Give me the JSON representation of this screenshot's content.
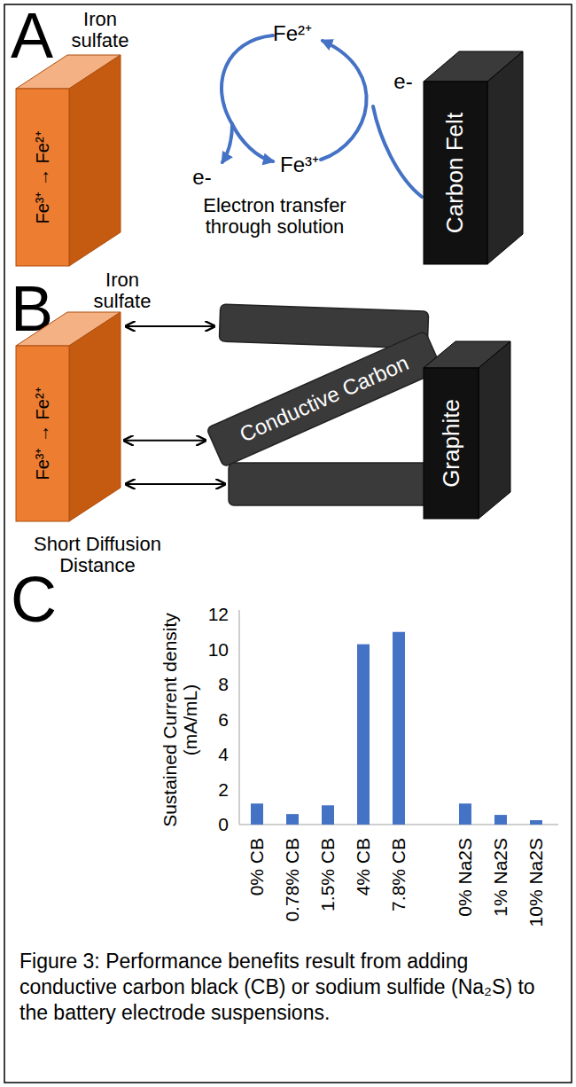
{
  "diagram": {
    "caption": "Figure 3: Performance benefits result from adding conductive carbon black (CB) or sodium sulfide (Na₂S) to the battery electrode suspensions.",
    "nodes": [
      {
        "text": [
          "Iron sulfate",
          "Fe³⁺ → Fe²⁺"
        ]
      },
      {
        "text": [
          "Carbon Felt"
        ]
      },
      {
        "text": [
          "Iron sulfate",
          "Fe³⁺ → Fe²⁺"
        ]
      },
      {
        "text": [
          "Conductive Carbon"
        ]
      },
      {
        "text": [
          "Graphite"
        ]
      }
    ],
    "edges": [
      {
        "from": 2,
        "to": 3,
        "arrow": "both"
      }
    ],
    "labels": [
      "A",
      "Fe²⁺",
      "e-",
      "Fe³⁺",
      "e-",
      "Electron transfer through solution",
      "B",
      "Short Diffusion Distance",
      "C",
      "12",
      "10",
      "8",
      "6",
      "4",
      "2",
      "0",
      "Sustained Current density (mA/mL)",
      "0% CB",
      "0.78% CB",
      "1.5% CB",
      "4% CB",
      "7.8% CB",
      "0% Na2S",
      "1% Na2S",
      "10% Na2S"
    ]
  }
}
